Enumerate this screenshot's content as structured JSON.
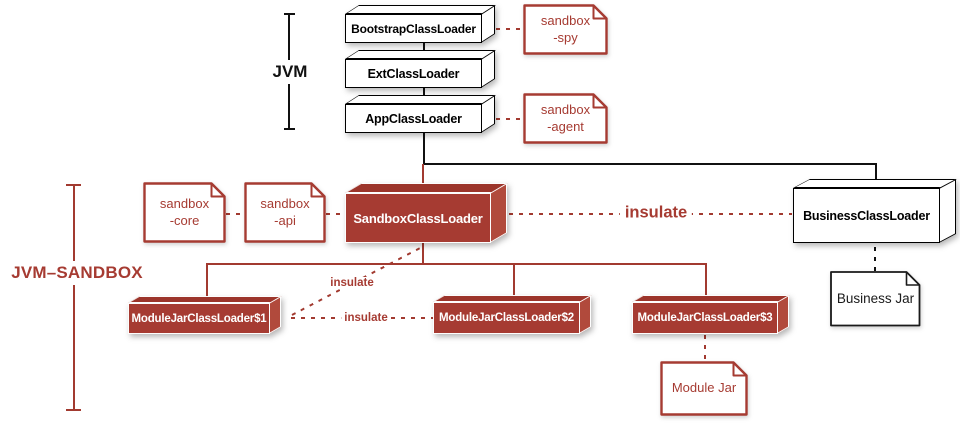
{
  "diagram": {
    "brackets": {
      "jvm": "JVM",
      "jvm_sandbox": "JVM–SANDBOX"
    },
    "nodes": {
      "bootstrap": "BootstrapClassLoader",
      "ext": "ExtClassLoader",
      "app": "AppClassLoader",
      "sandbox": "SandboxClassLoader",
      "business": "BusinessClassLoader",
      "module1": "ModuleJarClassLoader$1",
      "module2": "ModuleJarClassLoader$2",
      "module3": "ModuleJarClassLoader$3"
    },
    "docs": {
      "spy": "sandbox\n-spy",
      "agent": "sandbox\n-agent",
      "core": "sandbox\n-core",
      "api": "sandbox\n-api",
      "business_jar": "Business Jar",
      "module_jar": "Module Jar"
    },
    "edge_labels": {
      "insulate_main": "insulate",
      "insulate_sandbox_module1": "insulate",
      "insulate_module1_module2": "insulate"
    },
    "colors": {
      "red": "#a63b32",
      "black": "#111111",
      "white": "#ffffff"
    }
  }
}
